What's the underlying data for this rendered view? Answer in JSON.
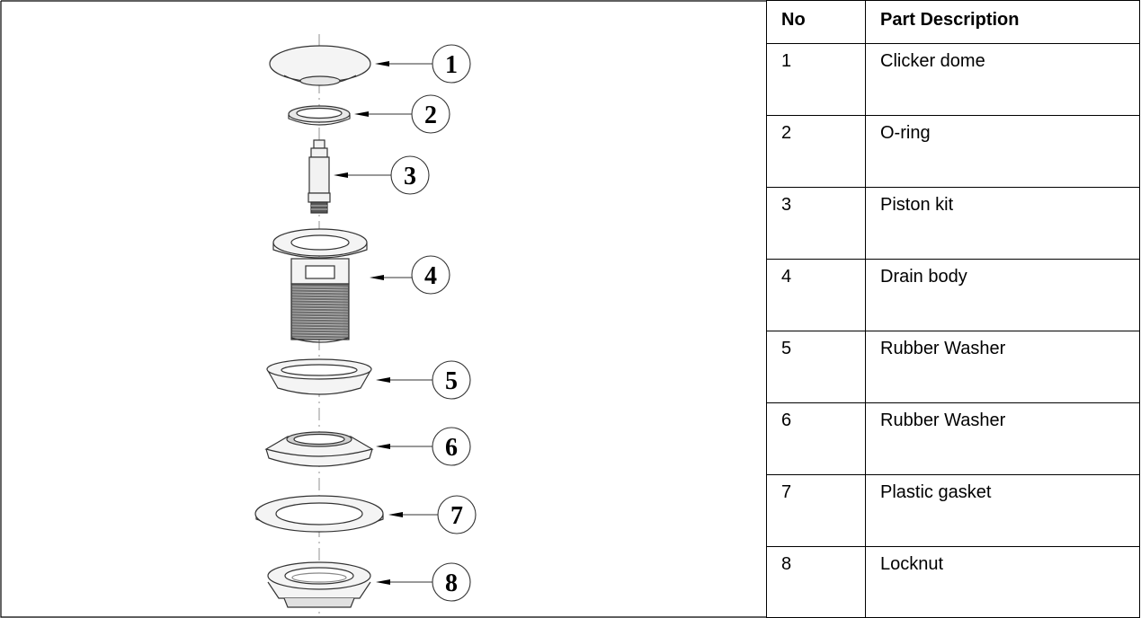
{
  "table": {
    "headers": {
      "no": "No",
      "description": "Part Description"
    },
    "rows": [
      {
        "no": "1",
        "description": "Clicker dome"
      },
      {
        "no": "2",
        "description": "O-ring"
      },
      {
        "no": "3",
        "description": "Piston kit"
      },
      {
        "no": "4",
        "description": "Drain body"
      },
      {
        "no": "5",
        "description": "Rubber Washer"
      },
      {
        "no": "6",
        "description": "Rubber Washer"
      },
      {
        "no": "7",
        "description": "Plastic gasket"
      },
      {
        "no": "8",
        "description": "Locknut"
      }
    ]
  },
  "diagram": {
    "callouts": [
      "1",
      "2",
      "3",
      "4",
      "5",
      "6",
      "7",
      "8"
    ],
    "line_color": "#333333",
    "fill_color": "#f4f4f4"
  }
}
